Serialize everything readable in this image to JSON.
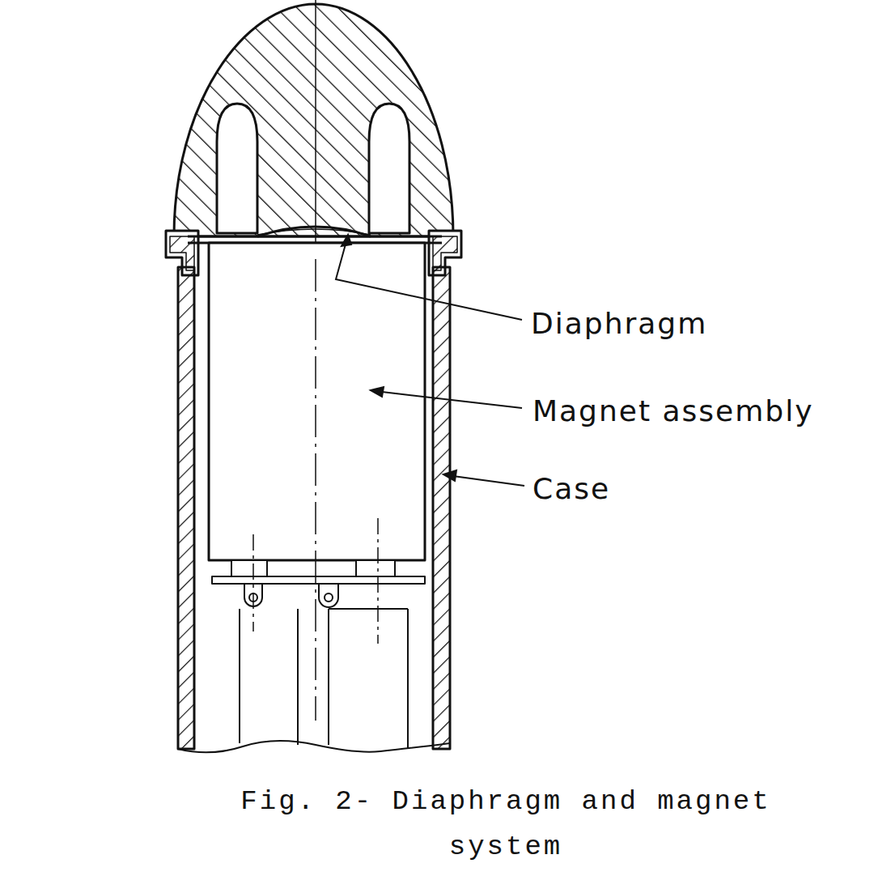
{
  "diagram": {
    "caption": "Fig. 2- Diaphragm and magnet system",
    "labels": [
      "Diaphragm",
      "Magnet assembly",
      "Case"
    ]
  }
}
